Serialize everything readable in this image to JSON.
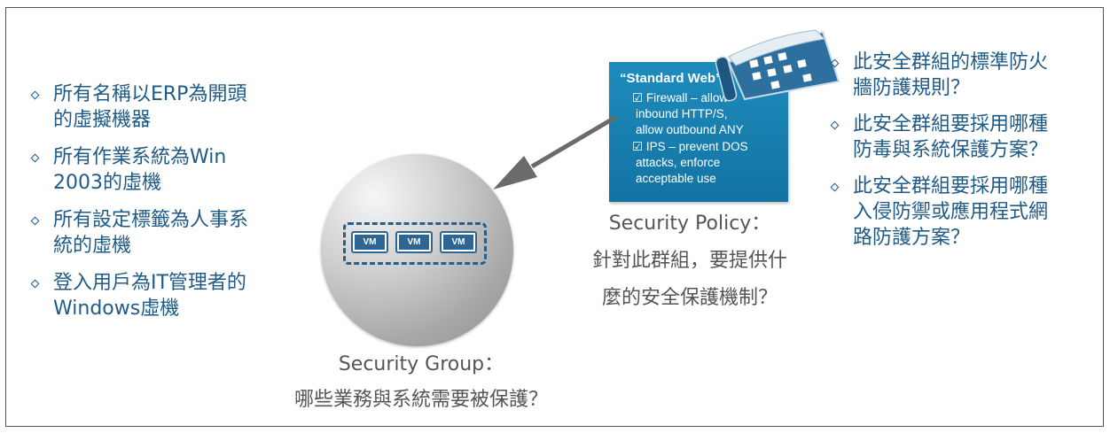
{
  "left_bullets": [
    {
      "line1": "所有名稱以ERP為開頭",
      "line2": "的虛擬機器"
    },
    {
      "line1": "所有作業系統為Win",
      "line2": "2003的虛機"
    },
    {
      "line1": "所有設定標籤為人事系",
      "line2": "統的虛機"
    },
    {
      "line1": "登入用戶為IT管理者的",
      "line2": "Windows虛機"
    }
  ],
  "vm_labels": [
    "VM",
    "VM",
    "VM"
  ],
  "security_group": {
    "title": "Security Group：",
    "question": "哪些業務與系統需要被保護？"
  },
  "policy_card": {
    "title": "“Standard Web”",
    "lines": [
      "☑ Firewall – allow",
      "inbound HTTP/S,",
      "allow outbound ANY",
      "☑ IPS – prevent DOS",
      "attacks, enforce",
      "acceptable use"
    ]
  },
  "security_policy": {
    "title": "Security Policy：",
    "line1": "針對此群組，要提供什",
    "line2": "麼的安全保護機制？"
  },
  "right_bullets": [
    {
      "line1": "此安全群組的標準防火",
      "line2": "牆防護規則？"
    },
    {
      "line1": "此安全群組要採用哪種",
      "line2": "防毒與系統保護方案？"
    },
    {
      "line1": "此安全群組要採用哪種",
      "line2": "入侵防禦或應用程式網",
      "line3": "路防護方案？"
    }
  ],
  "colors": {
    "bullet_text": "#1f5b86",
    "card_blue": "#1580b2",
    "group_border": "#2a5e86",
    "arrow": "#6b6b6b"
  }
}
